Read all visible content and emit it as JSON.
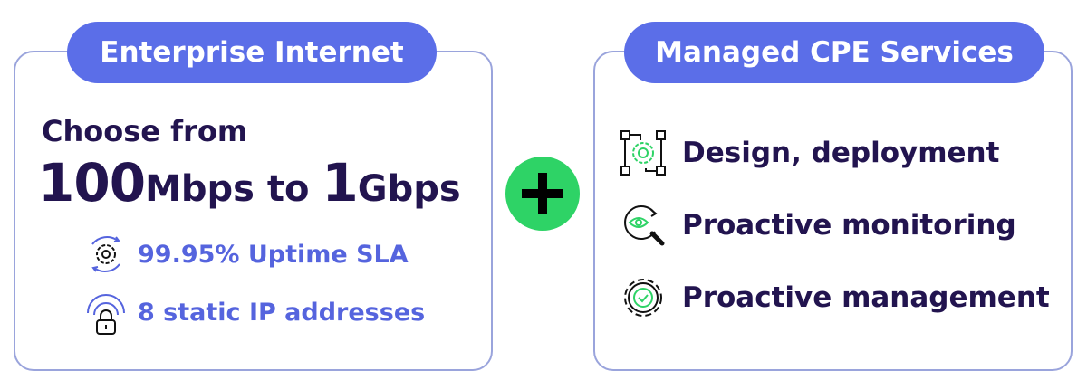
{
  "left_card": {
    "title": "Enterprise Internet",
    "headline": "Choose from",
    "speed_min_value": "100",
    "speed_min_unit": "Mbps",
    "speed_connector": " to ",
    "speed_max_value": "1",
    "speed_max_unit": "Gbps",
    "features": [
      {
        "icon": "gear-refresh-icon",
        "label": "99.95% Uptime SLA"
      },
      {
        "icon": "lock-signal-icon",
        "label": "8 static IP addresses"
      }
    ]
  },
  "connector": {
    "icon": "plus-icon"
  },
  "right_card": {
    "title": "Managed CPE Services",
    "services": [
      {
        "icon": "design-gear-icon",
        "label": "Design, deployment"
      },
      {
        "icon": "eye-magnifier-icon",
        "label": "Proactive monitoring"
      },
      {
        "icon": "gear-check-icon",
        "label": "Proactive management"
      }
    ]
  },
  "colors": {
    "accent": "#5b6ee8",
    "text_dark": "#22144f",
    "feature_text": "#5564de",
    "green": "#2ed366",
    "border": "#9aa4dc"
  }
}
